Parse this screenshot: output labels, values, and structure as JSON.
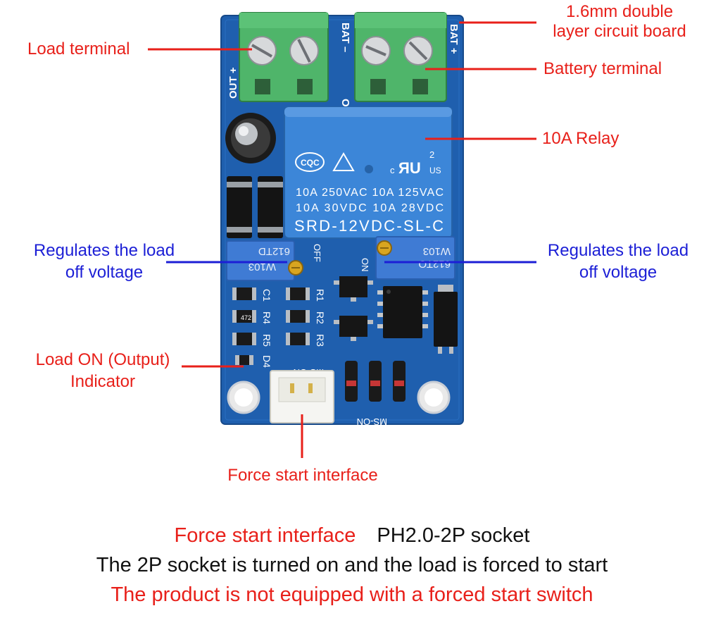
{
  "callouts": {
    "load_terminal": "Load terminal",
    "board_line1": "1.6mm double",
    "board_line2": "layer circuit board",
    "battery_terminal": "Battery terminal",
    "relay": "10A Relay",
    "regulates_left_line1": "Regulates the load",
    "regulates_left_line2": "off voltage",
    "regulates_right_line1": "Regulates the load",
    "regulates_right_line2": "off voltage",
    "indicator_line1": "Load ON (Output)",
    "indicator_line2": "Indicator",
    "force_start": "Force start interface"
  },
  "caption": {
    "line1_red": "Force start interface",
    "line1_black": "PH2.0-2P socket",
    "line2": "The 2P socket is turned on and the load is forced to start",
    "line3": "The product is not equipped with a forced start switch"
  },
  "board": {
    "out_plus": "OUT +",
    "out_minus": "OUT –",
    "bat_minus": "BAT –",
    "bat_plus": "BAT +",
    "relay_cqc": "CQC",
    "relay_num": "2",
    "relay_c": "c",
    "relay_ur": "ЯU",
    "relay_us": "US",
    "relay_rating1": "10A 250VAC  10A 125VAC",
    "relay_rating2": "10A  30VDC  10A  28VDC",
    "relay_model": "SRD-12VDC-SL-C",
    "pot_left_code1": "612TD",
    "pot_left_code2": "W103",
    "pot_right_code1": "W103",
    "pot_right_code2": "612TO",
    "off_label": "OFF",
    "on_label": "ON",
    "c1": "C1",
    "r1": "R1",
    "r4": "R4",
    "r2": "R2",
    "r5": "R5",
    "r3": "R3",
    "d4": "D4",
    "ms_on_top": "MS-ON",
    "ms_on_bottom": "MS-ON",
    "res_code": "472"
  },
  "colors": {
    "callout_red": "#e8201a",
    "callout_blue": "#1c1fd6",
    "pcb_blue": "#1f5fae",
    "terminal_green": "#4fb56a",
    "relay_blue": "#3c86d8"
  }
}
